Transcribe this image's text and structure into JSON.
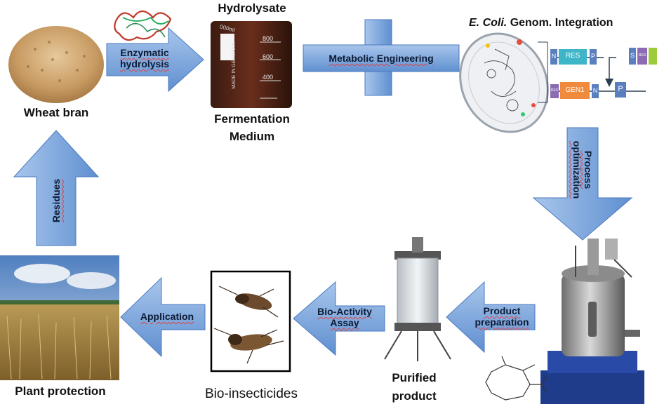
{
  "nodes": {
    "wheat_bran": "Wheat bran",
    "hydrolysate": "Hydrolysate",
    "fermentation_medium_line1": "Fermentation",
    "fermentation_medium_line2": "Medium",
    "ecoli": "E. Coli.",
    "genom_integration": "Genom. Integration",
    "plant_protection": "Plant protection",
    "bio_insecticides": "Bio-insecticides",
    "purified_line1": "Purified",
    "purified_line2": "product"
  },
  "arrows": {
    "enzymatic_line1": "Enzymatic",
    "enzymatic_line2": "hydrolysis",
    "metabolic_engineering": "Metabolic Engineering",
    "process_line1": "Process",
    "process_line2": "optimization",
    "product_line1": "Product",
    "product_line2": "preparation",
    "bioactivity_line1": "Bio-Activity",
    "bioactivity_line2": "Assay",
    "application": "Application",
    "residues": "Residues"
  },
  "beaker": {
    "mark_800": "800",
    "mark_600": "600",
    "mark_400": "400",
    "made_in": "MADE IN GERMANY",
    "volume": "000ml"
  },
  "genes": {
    "res": "RES",
    "gen1": "GEN1",
    "n1": "N",
    "p1": "P",
    "s": "S",
    "res_small": "RES",
    "n2": "N",
    "p2": "P",
    "res_small2": "RES"
  },
  "colors": {
    "arrow_fill": "#7fa9dd",
    "arrow_dark": "#4a7ac0",
    "gene_cyan": "#3fb6c8",
    "gene_orange": "#f08a3c",
    "gene_purple": "#8c6bb4",
    "gene_blue": "#5a7fbf"
  }
}
